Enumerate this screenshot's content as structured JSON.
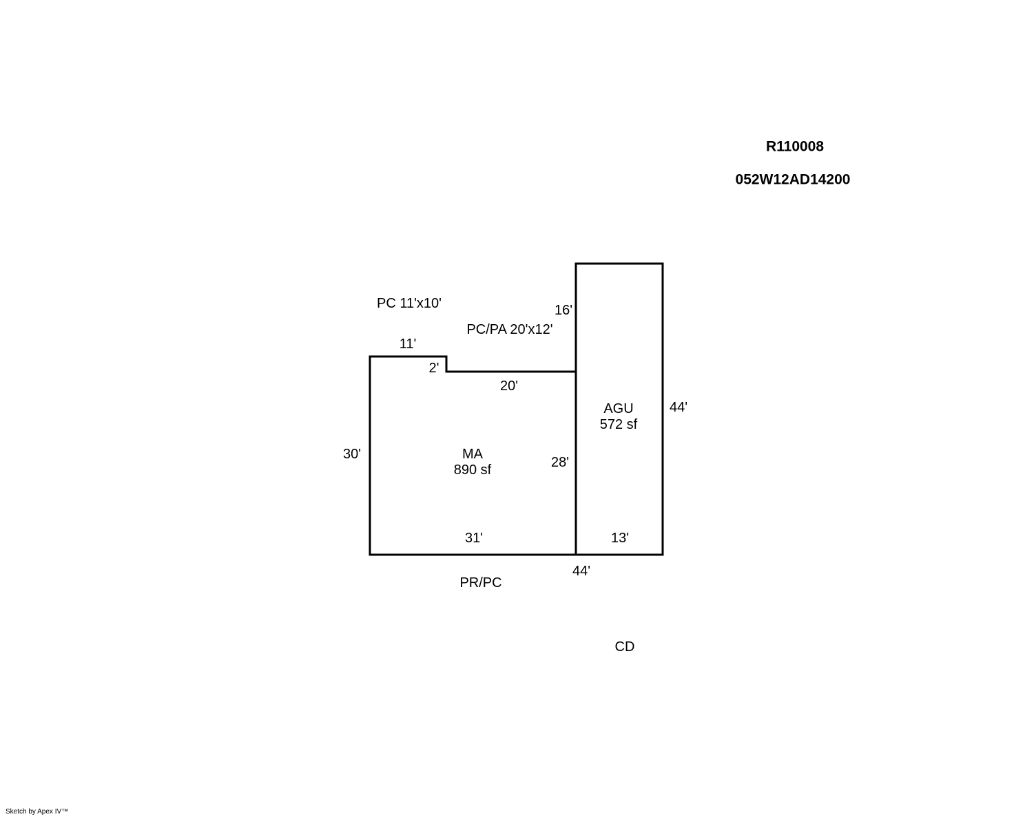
{
  "title_block": {
    "record_id": "R110008",
    "parcel_id": "052W12AD14200"
  },
  "sketch": {
    "structures": {
      "ma": {
        "label": "MA",
        "area": "890 sf"
      },
      "agu": {
        "label": "AGU",
        "area": "572 sf"
      }
    },
    "annotations": {
      "pc": "PC 11'x10'",
      "pcpa": "PC/PA 20'x12'",
      "prpc": "PR/PC",
      "cd": "CD"
    },
    "dimensions": {
      "top_11": "11'",
      "step_2": "2'",
      "top_20": "20'",
      "agu_top_16": "16'",
      "agu_right_44": "44'",
      "left_30": "30'",
      "ma_right_28": "28'",
      "bottom_31": "31'",
      "agu_bottom_13": "13'",
      "bottom_44": "44'"
    },
    "line_color": "#000000"
  },
  "footer": {
    "credit": "Sketch by Apex IV™"
  }
}
